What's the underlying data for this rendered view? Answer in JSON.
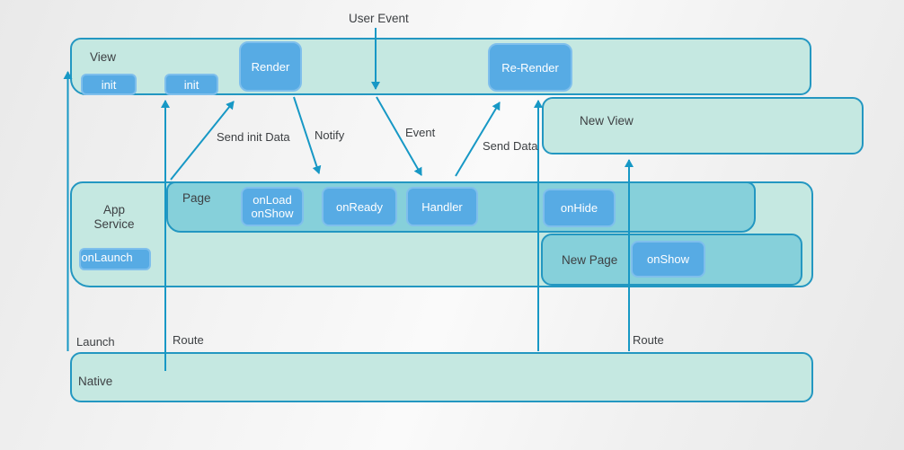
{
  "colors": {
    "background": "#f0f0f0",
    "container_fill": "#c5e8e1",
    "sub_container_fill": "#86d0da",
    "container_border": "#2397c1",
    "node_fill": "#57abe4",
    "node_border": "#7fbfec",
    "arrow": "#1798c5",
    "label_text": "#3d4043",
    "node_text": "#ffffff"
  },
  "diagram": {
    "view": {
      "label": "View",
      "init_a": "init",
      "init_b": "init",
      "render": "Render",
      "re_render": "Re-Render"
    },
    "new_view": {
      "label": "New View"
    },
    "app_service": {
      "label": "App Service",
      "on_launch": "onLaunch"
    },
    "page": {
      "label": "Page",
      "on_load": "onLoad",
      "on_show": "onShow",
      "on_ready": "onReady",
      "handler": "Handler",
      "on_hide": "onHide"
    },
    "new_page": {
      "label": "New Page",
      "on_show": "onShow"
    },
    "native": {
      "label": "Native"
    },
    "arrows": {
      "user_event": "User Event",
      "send_init_data": "Send init Data",
      "notify": "Notify",
      "event": "Event",
      "send_data": "Send Data",
      "launch": "Launch",
      "route_left": "Route",
      "route_right": "Route"
    }
  }
}
